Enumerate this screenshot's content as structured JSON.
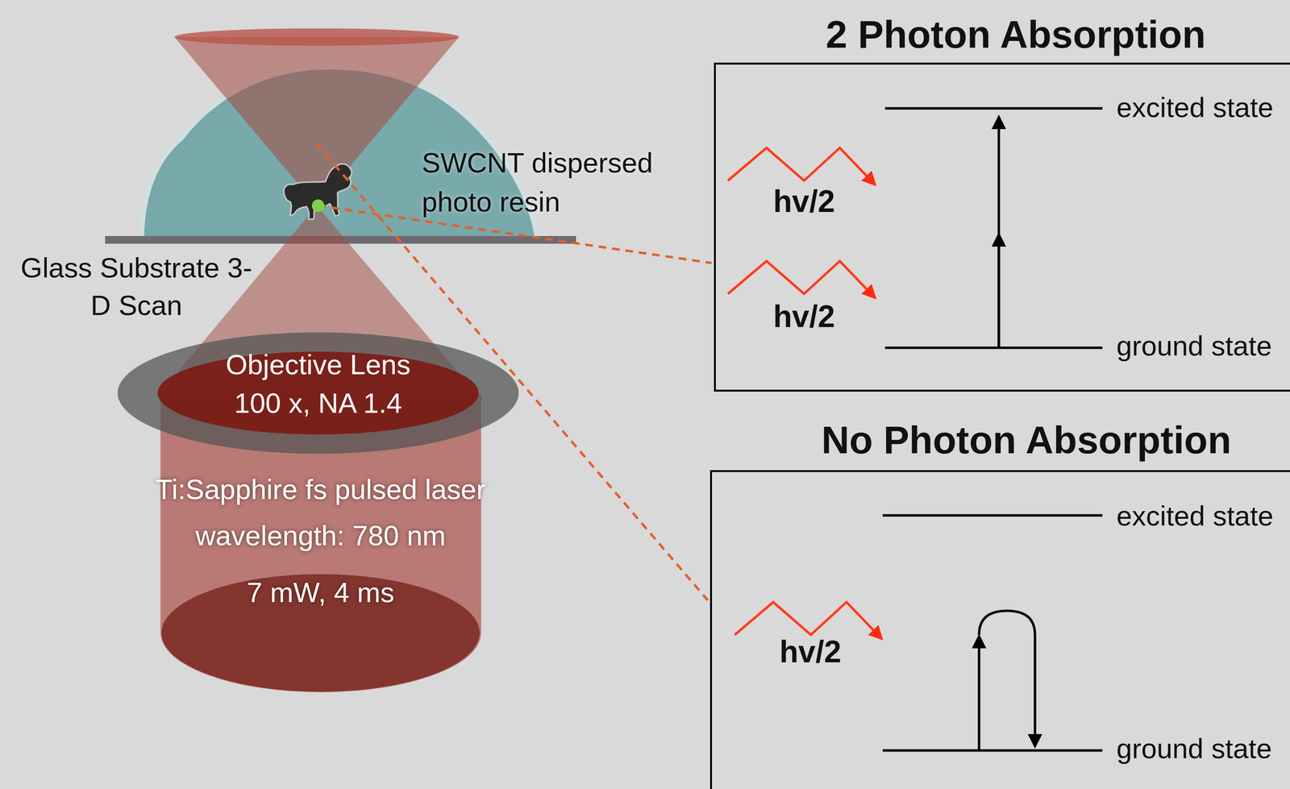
{
  "diagram": {
    "nodes": [
      {
        "text": [
          "2 Photon Absorption"
        ]
      },
      {
        "text": [
          "No Photon Absorption"
        ]
      },
      {
        "text": [
          "Ti:Sapphire fs pulsed laser",
          "wavelength: 780 nm",
          "7 mW, 4 ms"
        ]
      },
      {
        "text": [
          "Objective Lens",
          "100 x, NA 1.4"
        ]
      }
    ],
    "labels": [
      "SWCNT dispersed photo resin",
      "Glass Substrate 3-D Scan",
      "hv/2",
      "hv/2",
      "excited state",
      "ground state",
      "hv/2",
      "excited state",
      "ground state"
    ]
  }
}
